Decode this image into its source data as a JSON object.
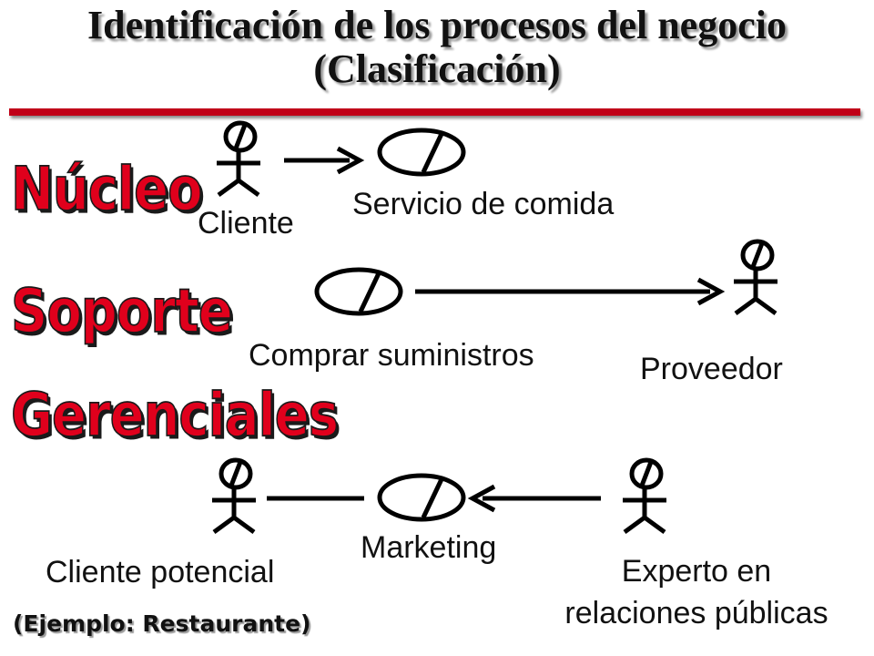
{
  "title": {
    "line1": "Identificación de los procesos del negocio",
    "line2": "(Clasificación)"
  },
  "categories": {
    "nucleo": "Núcleo",
    "soporte": "Soporte",
    "gerenciales": "Gerenciales"
  },
  "actors": {
    "cliente": "Cliente",
    "proveedor": "Proveedor",
    "cliente_potencial": "Cliente potencial",
    "experto_line1": "Experto en",
    "experto_line2": "relaciones públicas"
  },
  "processes": {
    "servicio": "Servicio de comida",
    "comprar": "Comprar suministros",
    "marketing": "Marketing"
  },
  "footer": "(Ejemplo: Restaurante)",
  "colors": {
    "accent": "#e0001c",
    "rule": "#c00018"
  }
}
